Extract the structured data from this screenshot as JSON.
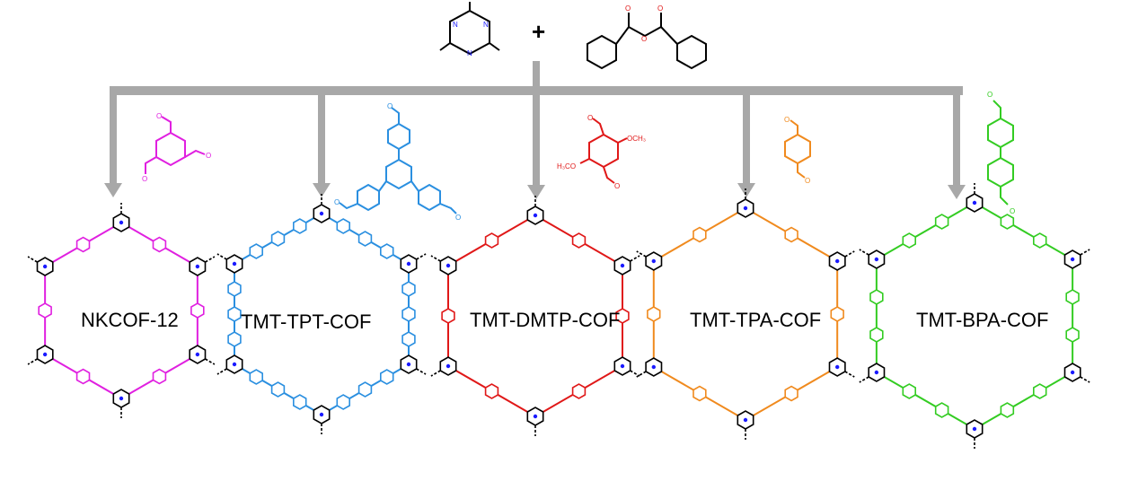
{
  "reaction": {
    "plus": "+"
  },
  "products": [
    {
      "name": "NKCOF-12",
      "color": "#e020e0"
    },
    {
      "name": "TMT-TPT-COF",
      "color": "#2a8fe0"
    },
    {
      "name": "TMT-DMTP-COF",
      "color": "#e01818"
    },
    {
      "name": "TMT-TPA-COF",
      "color": "#f08a1e"
    },
    {
      "name": "TMT-BPA-COF",
      "color": "#33cc22"
    }
  ],
  "colors": {
    "arrow": "#a8a8a8",
    "triazine_nitrogen": "#1a1aff",
    "bond": "#000000"
  },
  "substituents": {
    "methoxy": "OCH₃",
    "methoxy_left": "H₃CO",
    "aldehyde_oxygen": "O",
    "triazine_atom": "N"
  }
}
